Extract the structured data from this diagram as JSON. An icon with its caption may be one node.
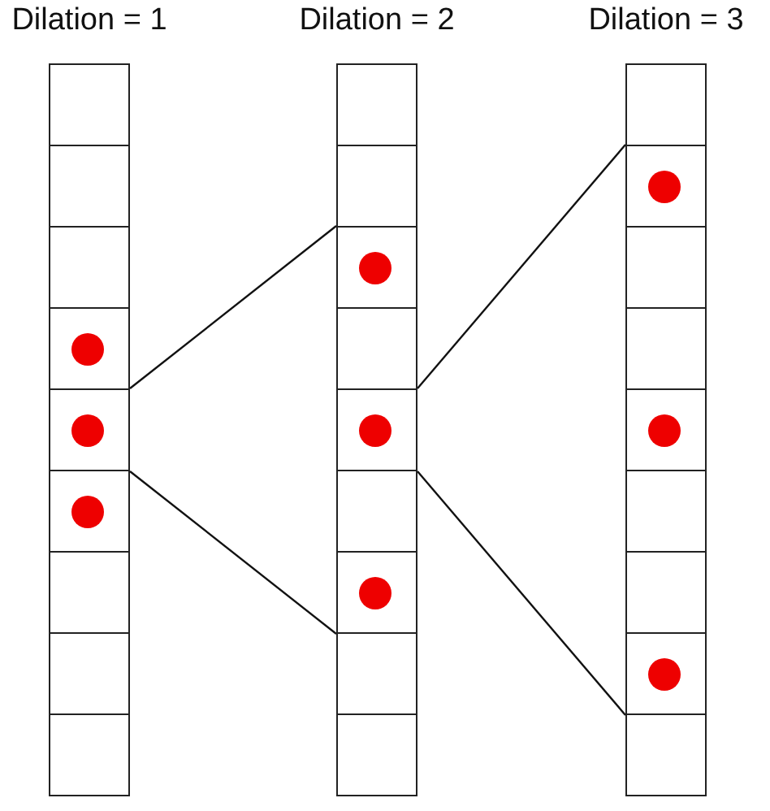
{
  "diagram": {
    "nodes": [
      {
        "text": [
          "Dilation = 1"
        ]
      },
      {
        "text": [],
        "shape": "box",
        "in": 0
      },
      {
        "text": [],
        "shape": "box",
        "in": 0
      },
      {
        "text": [],
        "shape": "box",
        "in": 0
      },
      {
        "text": [],
        "shape": "box",
        "in": 0
      },
      {
        "text": [],
        "shape": "circle",
        "in": 4
      },
      {
        "text": [],
        "shape": "box",
        "in": 0
      },
      {
        "text": [],
        "shape": "circle",
        "in": 6
      },
      {
        "text": [],
        "shape": "box",
        "in": 0
      },
      {
        "text": [],
        "shape": "circle",
        "in": 8
      },
      {
        "text": [],
        "shape": "box",
        "in": 0
      },
      {
        "text": [],
        "shape": "box",
        "in": 0
      },
      {
        "text": [],
        "shape": "box",
        "in": 0
      },
      {
        "text": [
          "Dilation = 2"
        ]
      },
      {
        "text": [],
        "shape": "box",
        "in": 13
      },
      {
        "text": [],
        "shape": "box",
        "in": 13
      },
      {
        "text": [],
        "shape": "box",
        "in": 13
      },
      {
        "text": [],
        "shape": "circle",
        "in": 16
      },
      {
        "text": [],
        "shape": "box",
        "in": 13
      },
      {
        "text": [],
        "shape": "box",
        "in": 13
      },
      {
        "text": [],
        "shape": "circle",
        "in": 19
      },
      {
        "text": [],
        "shape": "box",
        "in": 13
      },
      {
        "text": [],
        "shape": "box",
        "in": 13
      },
      {
        "text": [],
        "shape": "circle",
        "in": 22
      },
      {
        "text": [],
        "shape": "box",
        "in": 13
      },
      {
        "text": [],
        "shape": "box",
        "in": 13
      },
      {
        "text": [
          "Dilation = 3"
        ]
      },
      {
        "text": [],
        "shape": "box",
        "in": 26
      },
      {
        "text": [],
        "shape": "box",
        "in": 26
      },
      {
        "text": [],
        "shape": "circle",
        "in": 28
      },
      {
        "text": [],
        "shape": "box",
        "in": 26
      },
      {
        "text": [],
        "shape": "box",
        "in": 26
      },
      {
        "text": [],
        "shape": "box",
        "in": 26
      },
      {
        "text": [],
        "shape": "circle",
        "in": 32
      },
      {
        "text": [],
        "shape": "box",
        "in": 26
      },
      {
        "text": [],
        "shape": "box",
        "in": 26
      },
      {
        "text": [],
        "shape": "box",
        "in": 26
      },
      {
        "text": [],
        "shape": "circle",
        "in": 36
      },
      {
        "text": [],
        "shape": "box",
        "in": 26
      }
    ],
    "edges": [
      {
        "from": 6,
        "to": 16,
        "arrow": "none"
      },
      {
        "from": 6,
        "to": 22,
        "arrow": "none"
      },
      {
        "from": 19,
        "to": 28,
        "arrow": "none"
      },
      {
        "from": 19,
        "to": 36,
        "arrow": "none"
      }
    ]
  }
}
